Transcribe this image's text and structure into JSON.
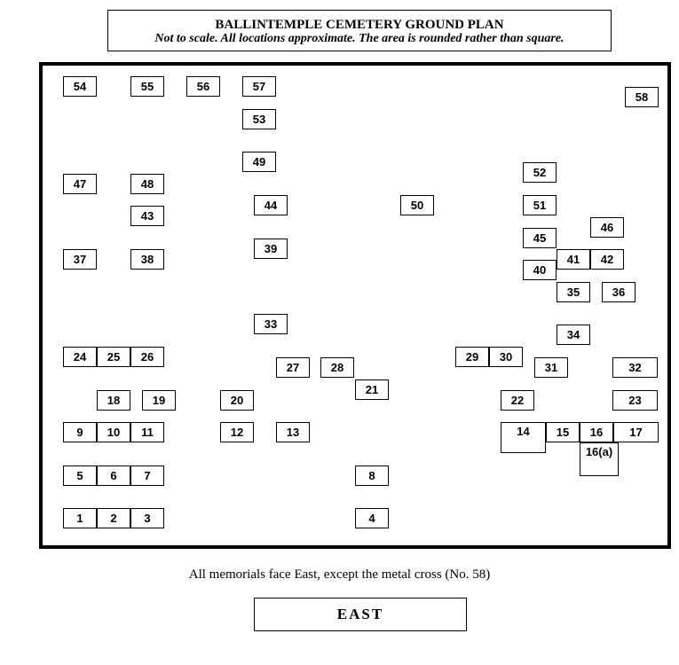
{
  "title": "BALLINTEMPLE CEMETERY GROUND PLAN",
  "subtitle": "Not to scale. All locations approximate. The area is rounded rather than square.",
  "footnote": "All memorials face East, except the metal cross (No. 58)",
  "direction_label": "EAST",
  "plots": [
    {
      "label": "54"
    },
    {
      "label": "55"
    },
    {
      "label": "56"
    },
    {
      "label": "57"
    },
    {
      "label": "58"
    },
    {
      "label": "53"
    },
    {
      "label": "49"
    },
    {
      "label": "47"
    },
    {
      "label": "48"
    },
    {
      "label": "52"
    },
    {
      "label": "43"
    },
    {
      "label": "44"
    },
    {
      "label": "50"
    },
    {
      "label": "51"
    },
    {
      "label": "46"
    },
    {
      "label": "45"
    },
    {
      "label": "37"
    },
    {
      "label": "38"
    },
    {
      "label": "39"
    },
    {
      "label": "41"
    },
    {
      "label": "42"
    },
    {
      "label": "40"
    },
    {
      "label": "35"
    },
    {
      "label": "36"
    },
    {
      "label": "33"
    },
    {
      "label": "34"
    },
    {
      "label": "24"
    },
    {
      "label": "25"
    },
    {
      "label": "26"
    },
    {
      "label": "29"
    },
    {
      "label": "30"
    },
    {
      "label": "27"
    },
    {
      "label": "28"
    },
    {
      "label": "31"
    },
    {
      "label": "32"
    },
    {
      "label": "21"
    },
    {
      "label": "18"
    },
    {
      "label": "19"
    },
    {
      "label": "20"
    },
    {
      "label": "22"
    },
    {
      "label": "23"
    },
    {
      "label": "9"
    },
    {
      "label": "10"
    },
    {
      "label": "11"
    },
    {
      "label": "12"
    },
    {
      "label": "13"
    },
    {
      "label": "14"
    },
    {
      "label": "15"
    },
    {
      "label": "16"
    },
    {
      "label": "17"
    },
    {
      "label": "16(a)"
    },
    {
      "label": "5"
    },
    {
      "label": "6"
    },
    {
      "label": "7"
    },
    {
      "label": "8"
    },
    {
      "label": "1"
    },
    {
      "label": "2"
    },
    {
      "label": "3"
    },
    {
      "label": "4"
    }
  ]
}
